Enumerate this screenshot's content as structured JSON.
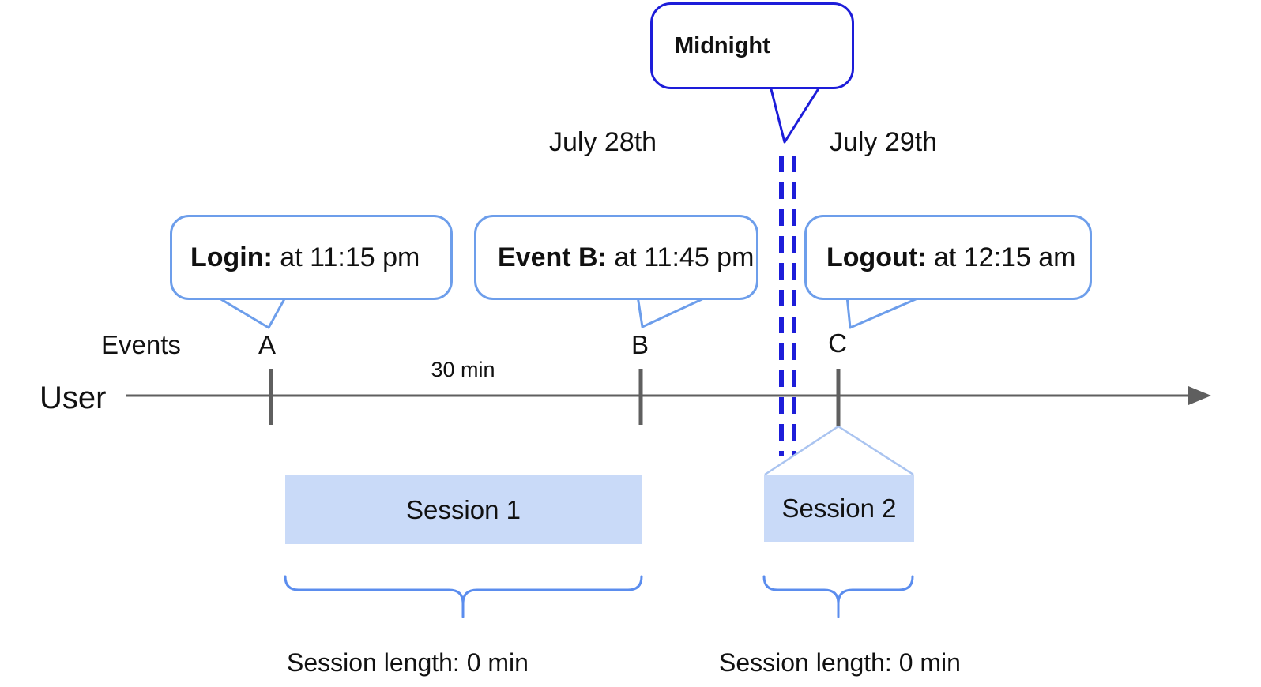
{
  "colors": {
    "midnight_blue": "#1d1dd9",
    "bubble_border_blue": "#6d9eeb",
    "brace_blue": "#5b8dee",
    "session_fill_blue": "#c9daf8",
    "connector_light_blue": "#aac4f0",
    "axis_gray": "#5f5f5f",
    "text_black": "#111111"
  },
  "midnight": {
    "label": "Midnight"
  },
  "dates": {
    "before_midnight": "July 28th",
    "after_midnight": "July 29th"
  },
  "callouts": [
    {
      "title": "Login:",
      "detail": " at 11:15 pm"
    },
    {
      "title": "Event B:",
      "detail": " at 11:45 pm"
    },
    {
      "title": "Logout:",
      "detail": " at 12:15 am"
    }
  ],
  "timeline": {
    "events_axis_label": "Events",
    "user_label": "User",
    "interval_label": "30 min",
    "markers": [
      "A",
      "B",
      "C"
    ]
  },
  "sessions": [
    {
      "label": "Session 1",
      "length_label": "Session length: 0 min"
    },
    {
      "label": "Session 2",
      "length_label": "Session length: 0 min"
    }
  ]
}
